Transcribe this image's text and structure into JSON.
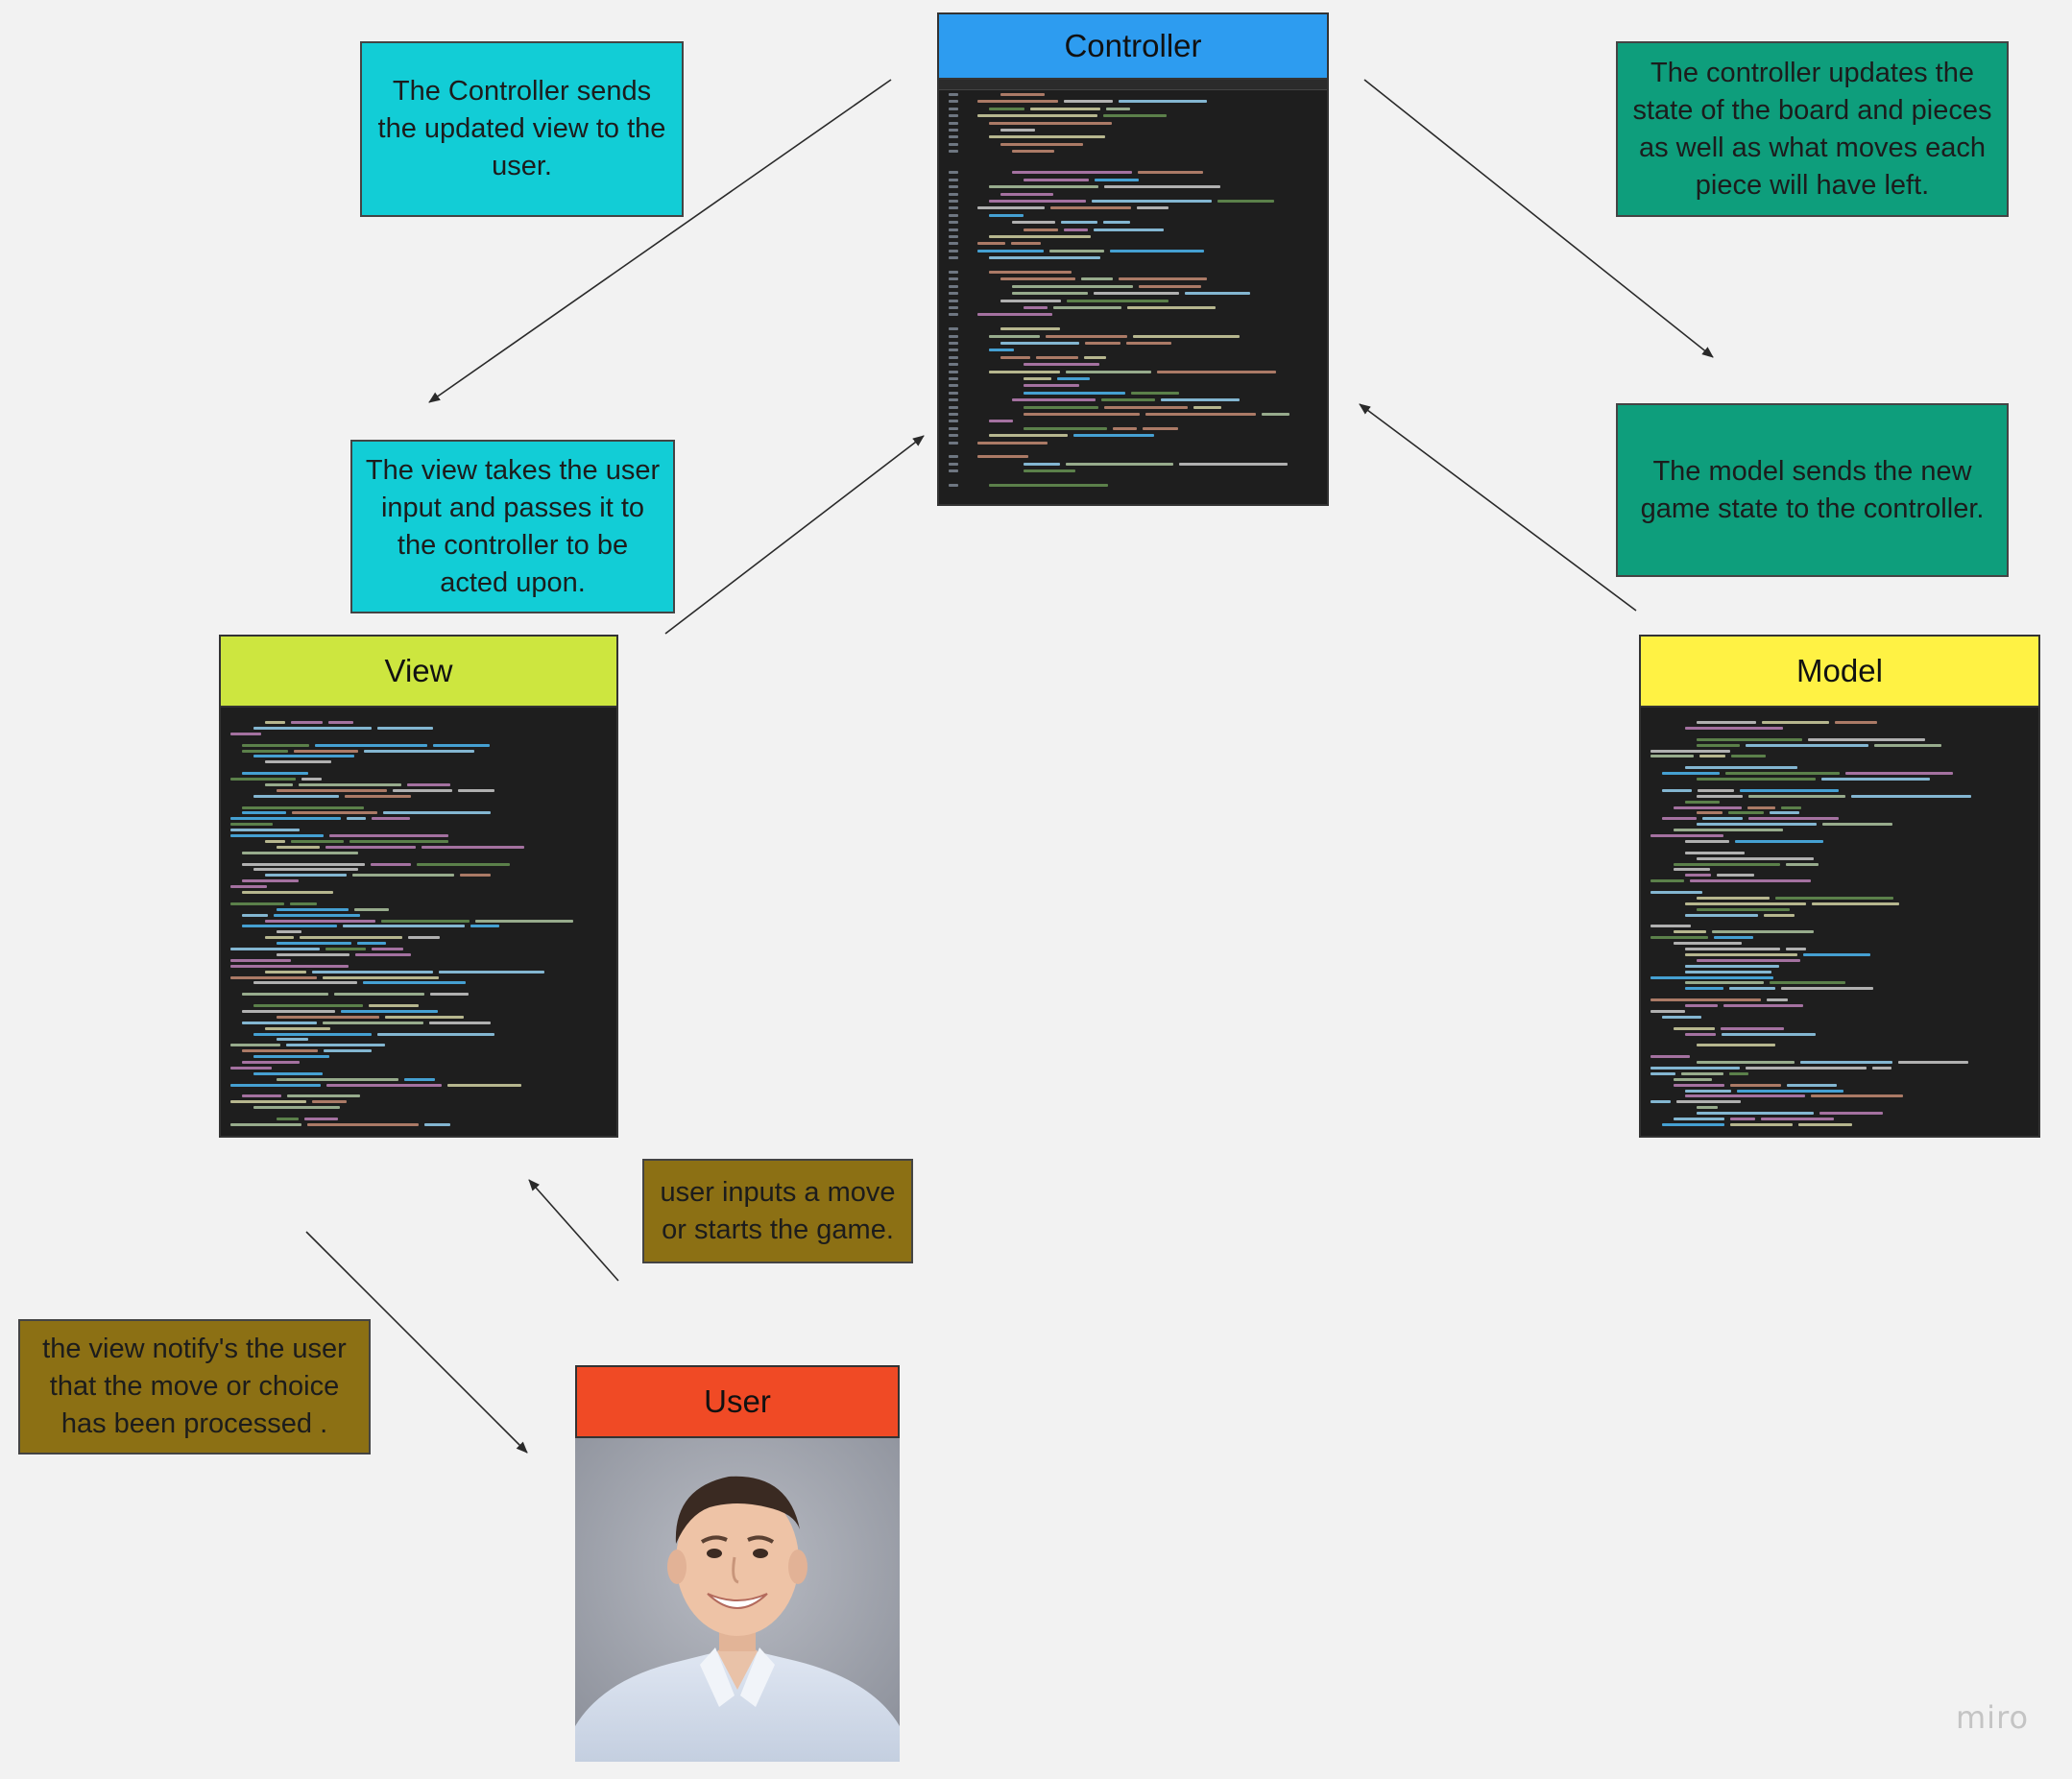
{
  "nodes": {
    "controller": {
      "label": "Controller",
      "color": "#2d9cf0"
    },
    "view": {
      "label": "View",
      "color": "#cde63f"
    },
    "model": {
      "label": "Model",
      "color": "#fff244"
    },
    "user": {
      "label": "User",
      "color": "#f04a25"
    }
  },
  "notes": {
    "controller_to_user": "The Controller sends the updated view to the user.",
    "view_to_controller": "The view takes the user input and passes it to the controller to be acted upon.",
    "controller_updates": "The controller updates the state of the board and pieces as well as what moves each piece will have left.",
    "model_to_controller": "The model sends the new game state to the controller.",
    "user_input": "user inputs a move or starts the game.",
    "view_notifies": "the view notify's the user that the move or choice has been processed ."
  },
  "colors": {
    "note_cyan": "#12cdd6",
    "note_green": "#0e9e7c",
    "note_olive": "#8c7014",
    "code_bg": "#1e1e1e"
  },
  "icons": [
    "arrow-icon",
    "person-photo"
  ],
  "watermark": "miro"
}
